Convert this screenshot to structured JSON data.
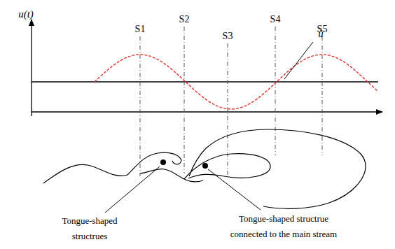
{
  "diagram": {
    "labels": [
      "u(t)",
      "S1",
      "S2",
      "S3",
      "S4",
      "S5",
      "ũ",
      "Tongue-shaped structrues",
      "Tongue-shaped structrue connected to the main stream"
    ]
  }
}
